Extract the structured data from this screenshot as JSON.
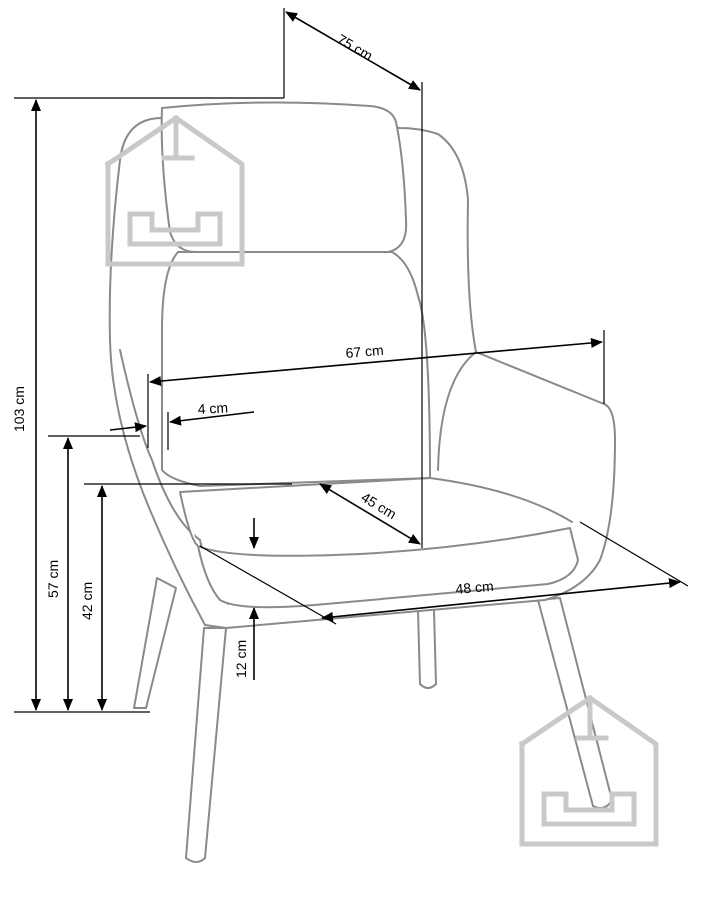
{
  "dimensions": {
    "depth_total": "75 cm",
    "height_total": "103 cm",
    "width_total": "67 cm",
    "armrest_thickness": "4 cm",
    "armrest_height": "57 cm",
    "seat_height": "42 cm",
    "seat_depth": "45 cm",
    "seat_width": "48 cm",
    "seat_cushion_thickness": "12 cm"
  },
  "colors": {
    "outline": "#8a8a8a",
    "dimension_lines": "#000000",
    "watermark": "#c9c9c9"
  },
  "icons": [
    "house-sofa-watermark-icon",
    "house-sofa-watermark-icon"
  ]
}
